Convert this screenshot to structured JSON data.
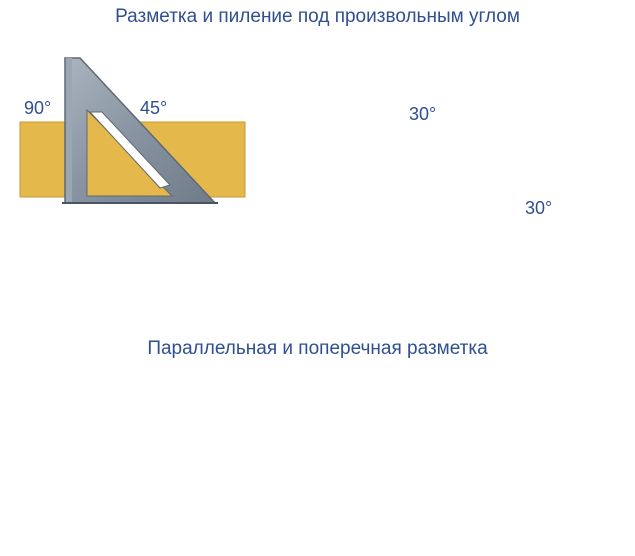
{
  "titles": {
    "top": "Разметка и пиление под произвольным углом",
    "bottom": "Параллельная и поперечная разметка"
  },
  "angle_labels": {
    "square_corner": "90°",
    "hypotenuse": "45°",
    "top_angle": "30°",
    "side_angle": "30°"
  },
  "colors": {
    "board": "#e5b84c",
    "board_edge": "#c9982e",
    "tool": "#8b97a4",
    "tool_dark": "#5e6975",
    "text": "#2f4f8f",
    "marking_line": "#d21f2a"
  }
}
